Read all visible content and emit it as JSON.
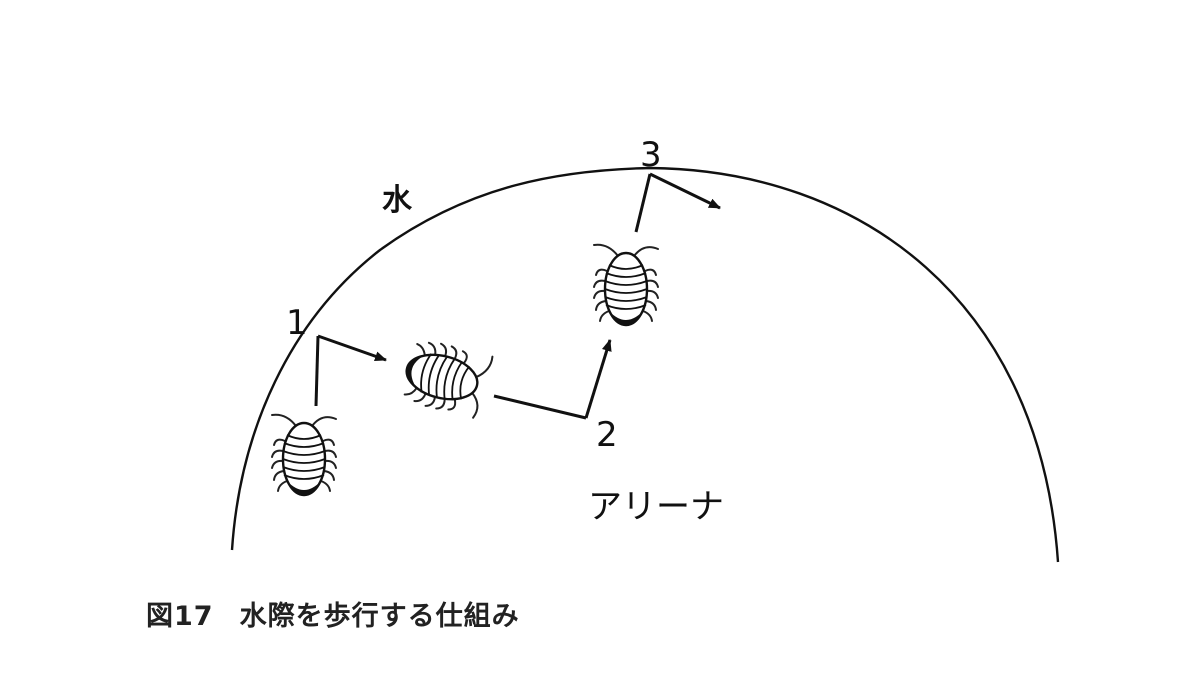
{
  "labels": {
    "water": "水",
    "arena": "アリーナ",
    "steps": [
      "1",
      "2",
      "3"
    ]
  },
  "caption": {
    "figure": "図17",
    "text": "水際を歩行する仕組み"
  },
  "colors": {
    "ink": "#111111",
    "background": "#ffffff"
  }
}
